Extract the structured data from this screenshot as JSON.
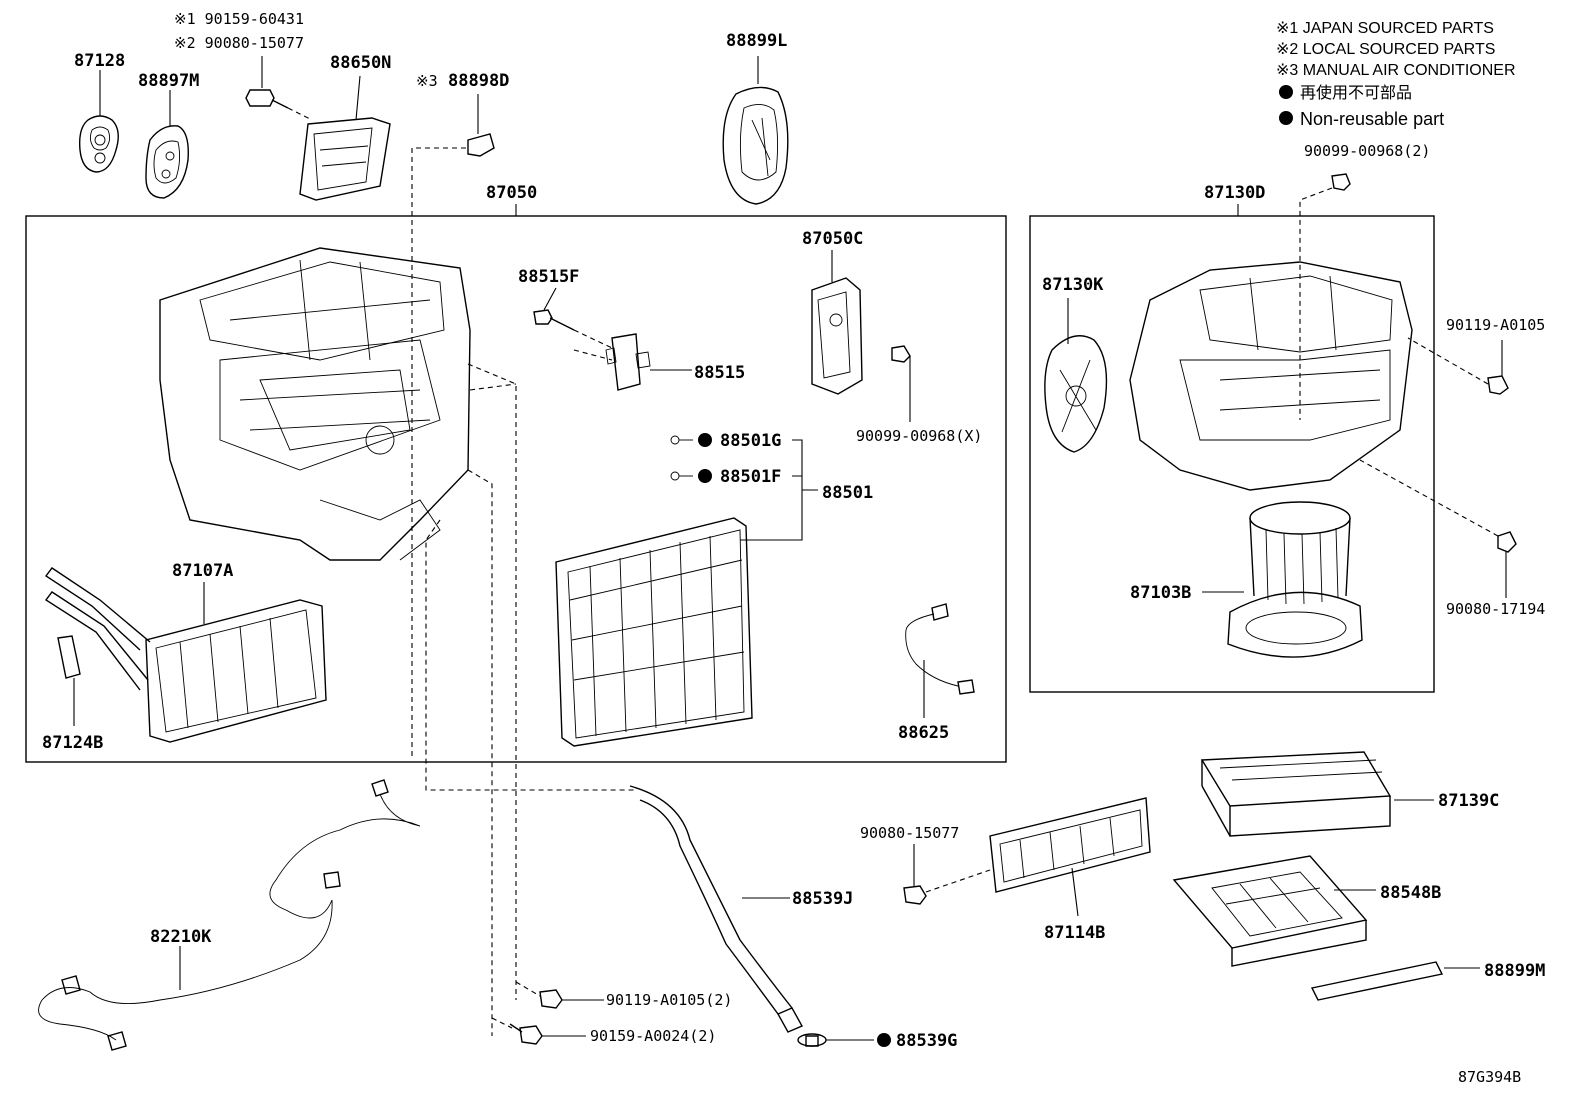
{
  "notes": {
    "n1": "※1 JAPAN SOURCED PARTS",
    "n2": "※2 LOCAL SOURCED PARTS",
    "n3": "※3 MANUAL AIR CONDITIONER",
    "nr_jp": "再使用不可部品",
    "nr_en": "Non-reusable part"
  },
  "labels": {
    "p87128": "87128",
    "p88897M": "88897M",
    "p90159_60431": "※1 90159-60431",
    "p90080_15077_top": "※2 90080-15077",
    "p88650N": "88650N",
    "p88898D_mark": "※3",
    "p88898D": "88898D",
    "p88899L": "88899L",
    "p87050": "87050",
    "p87050C": "87050C",
    "p88515F": "88515F",
    "p88515": "88515",
    "p90099_00968X": "90099-00968(X)",
    "p88501G": "88501G",
    "p88501F": "88501F",
    "p88501": "88501",
    "p87107A": "87107A",
    "p87124B": "87124B",
    "p88625": "88625",
    "p90099_00968_2": "90099-00968(2)",
    "p87130D": "87130D",
    "p87130K": "87130K",
    "p90119_A0105": "90119-A0105",
    "p87103B": "87103B",
    "p90080_17194": "90080-17194",
    "p87139C": "87139C",
    "p90080_15077": "90080-15077",
    "p87114B": "87114B",
    "p88548B": "88548B",
    "p88899M": "88899M",
    "p88539J": "88539J",
    "p82210K": "82210K",
    "p90119_A0105_2": "90119-A0105(2)",
    "p90159_A0024_2": "90159-A0024(2)",
    "p88539G": "88539G",
    "code": "87G394B"
  }
}
